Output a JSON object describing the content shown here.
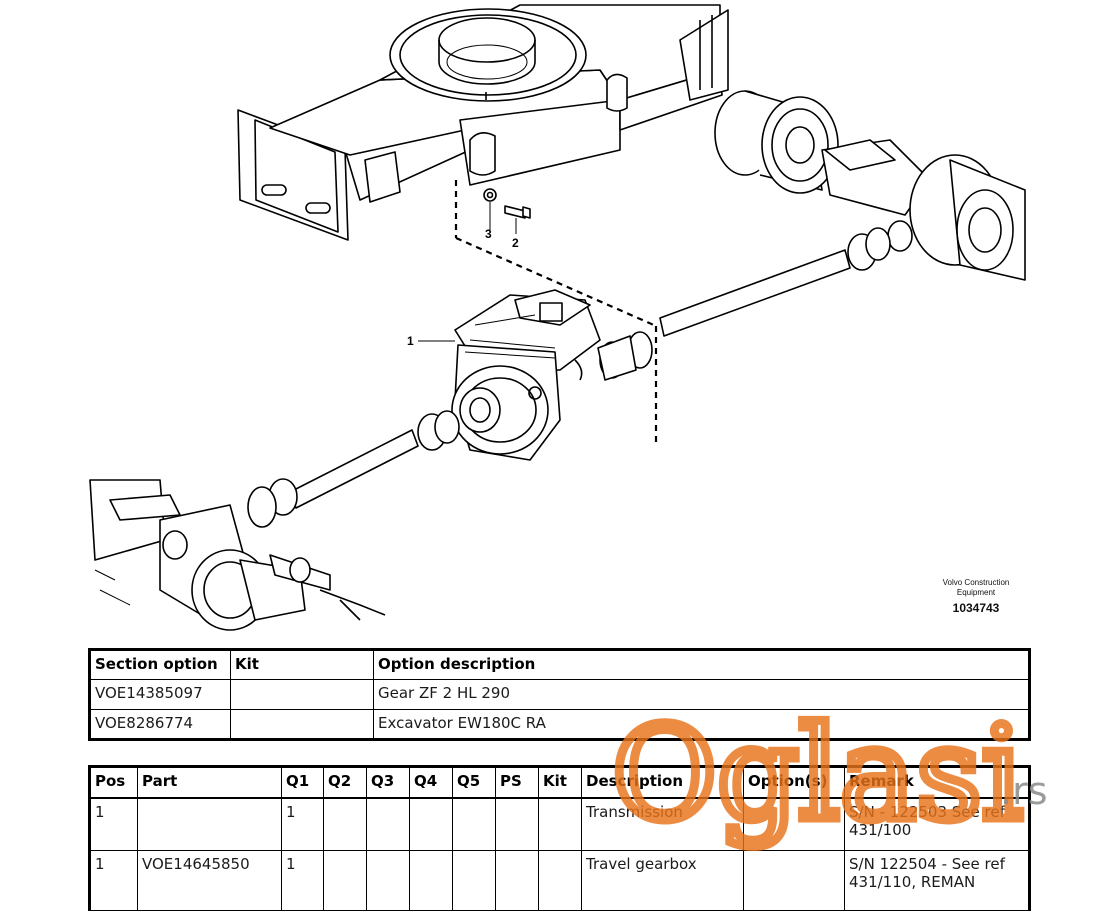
{
  "diagram": {
    "callouts": [
      "1",
      "2",
      "3"
    ],
    "credit_line1": "Volvo Construction",
    "credit_line2": "Equipment",
    "credit_number": "1034743"
  },
  "option_table": {
    "headers": [
      "Section option",
      "Kit",
      "Option description"
    ],
    "rows": [
      [
        "VOE14385097",
        "",
        "Gear ZF 2 HL 290"
      ],
      [
        "VOE8286774",
        "",
        "Excavator EW180C RA"
      ]
    ]
  },
  "parts_table": {
    "headers": [
      "Pos",
      "Part",
      "Q1",
      "Q2",
      "Q3",
      "Q4",
      "Q5",
      "PS",
      "Kit",
      "Description",
      "Option(s)",
      "Remark"
    ],
    "rows": [
      [
        "1",
        "",
        "1",
        "",
        "",
        "",
        "",
        "",
        "",
        "Transmission",
        "",
        "S/N - 122503 See ref 431/100"
      ],
      [
        "1",
        "VOE14645850",
        "1",
        "",
        "",
        "",
        "",
        "",
        "",
        "Travel gearbox",
        "",
        "S/N 122504 - See ref 431/110, REMAN"
      ]
    ]
  },
  "watermark": {
    "text": "Oglasi",
    "suffix": ".rs",
    "color": "#e8731a"
  }
}
